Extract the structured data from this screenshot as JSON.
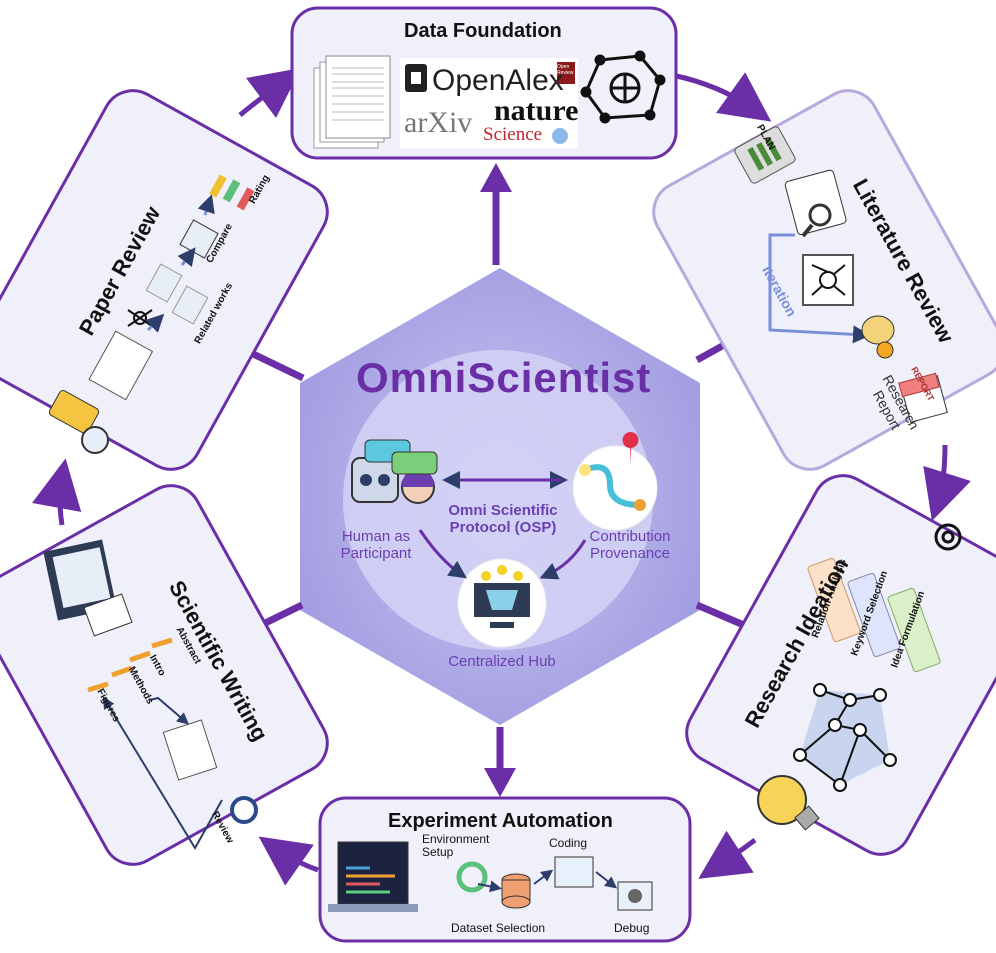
{
  "center": {
    "title": "OmniScientist",
    "protocol": "Omni Scientific Protocol (OSP)",
    "participant": "Human as Participant",
    "provenance": "Contribution Provenance",
    "hub": "Centralized Hub"
  },
  "data_foundation": {
    "title": "Data Foundation",
    "logos": [
      "OpenAlex",
      "arXiv",
      "nature",
      "Science",
      "Open Review"
    ]
  },
  "literature_review": {
    "title": "Literature Review",
    "plan": "PLAN",
    "iteration": "Iteration",
    "report_badge": "REPORT",
    "report_label": "Research Report"
  },
  "research_ideation": {
    "title": "Research Ideation",
    "tags": [
      "Relation Analysis",
      "Keyword Selection",
      "Idea Formulation"
    ]
  },
  "experiment_automation": {
    "title": "Experiment Automation",
    "env": "Environment Setup",
    "coding": "Coding",
    "dataset": "Dataset Selection",
    "debug": "Debug"
  },
  "scientific_writing": {
    "title": "Scientific Writing",
    "parts": [
      "Abstract",
      "Intro",
      "Methods",
      "Figures"
    ],
    "review": "Review"
  },
  "paper_review": {
    "title": "Paper Review",
    "rating": "Rating",
    "compare": "Compare",
    "related": "Related works"
  },
  "colors": {
    "purple": "#6a2ea6",
    "hex": "#a7a4e6",
    "card_bg": "#f0f0fa",
    "green_tag": "#d9f0c8",
    "orange_tag": "#fde0c8",
    "blue_tag": "#dde4fb"
  }
}
